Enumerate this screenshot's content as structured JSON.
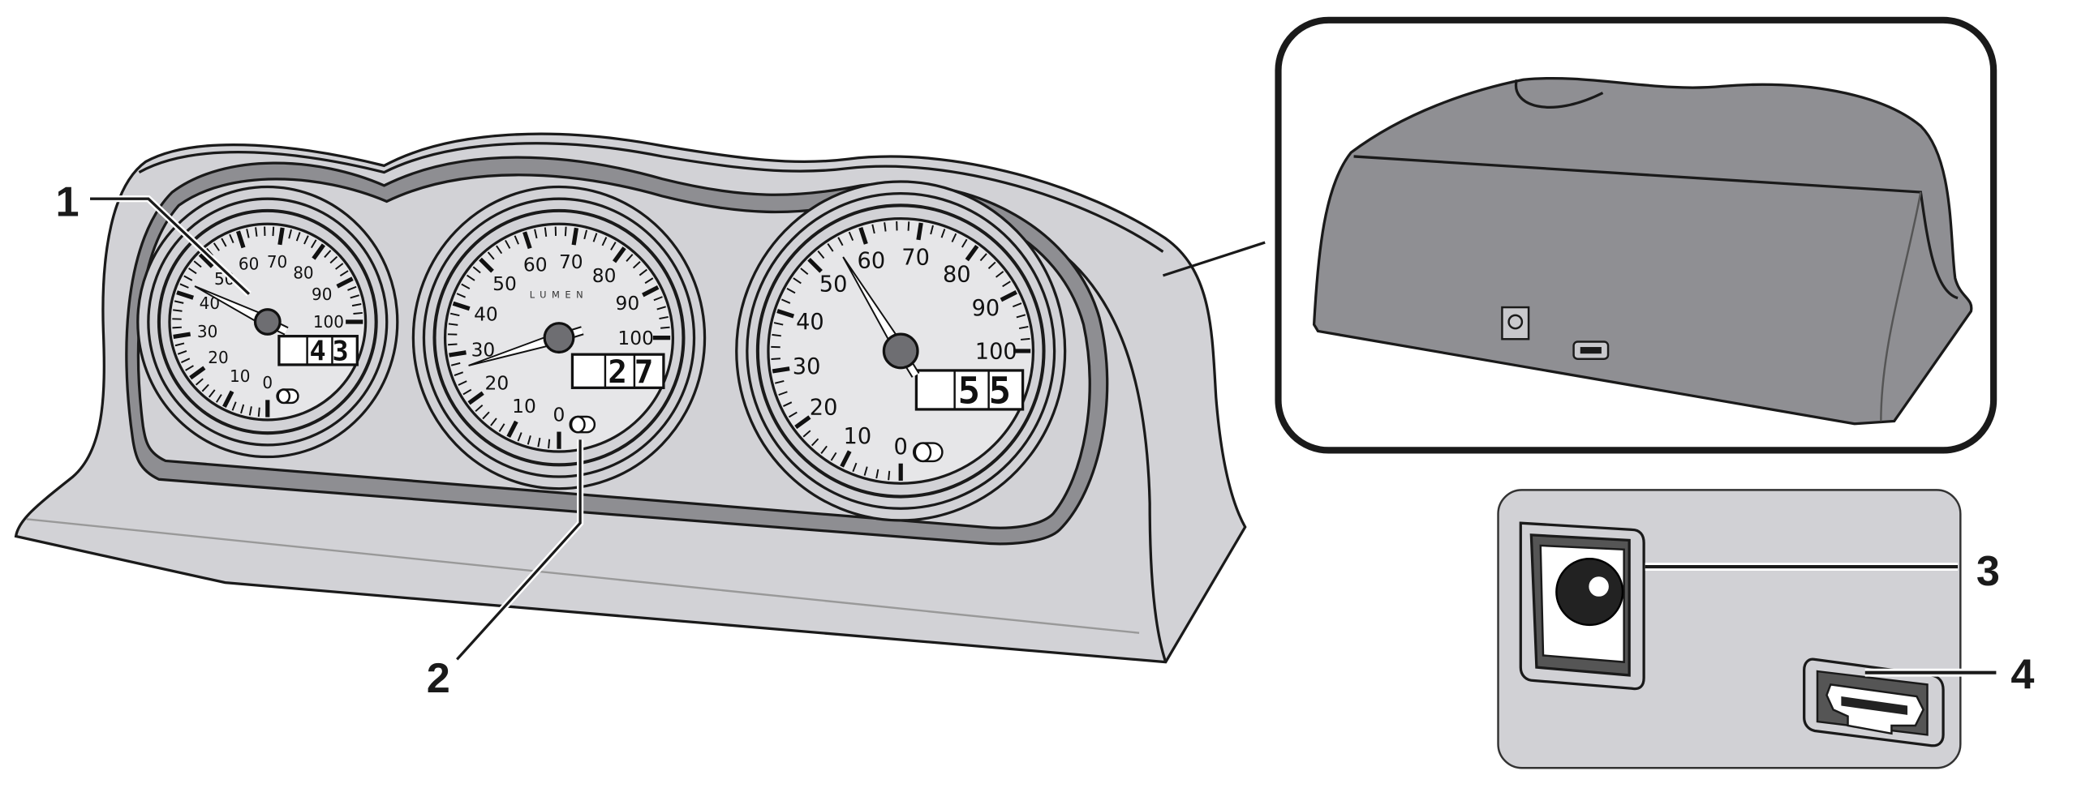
{
  "callouts": {
    "c1": "1",
    "c2": "2",
    "c3": "3",
    "c4": "4"
  },
  "brand": "LUMEN",
  "scale_labels": [
    "0",
    "10",
    "20",
    "30",
    "40",
    "50",
    "60",
    "70",
    "80",
    "90",
    "100"
  ],
  "gauges": [
    {
      "name": "left",
      "needle_value": 43,
      "readout": "43"
    },
    {
      "name": "center",
      "needle_value": 27,
      "readout": "27"
    },
    {
      "name": "right",
      "needle_value": 55,
      "readout": "55"
    }
  ],
  "colors": {
    "body": "#d2d2d6",
    "dark_body": "#8e8e92",
    "inset_body": "#8f8f93",
    "face": "#e6e6e8",
    "outline": "#1a1a1a"
  }
}
